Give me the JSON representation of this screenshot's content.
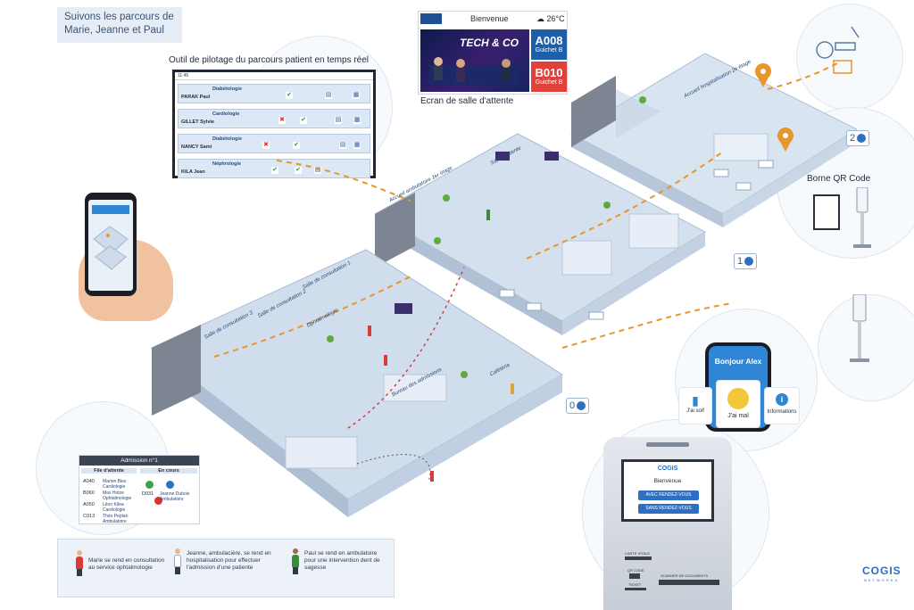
{
  "title": {
    "line1": "Suivons les parcours de",
    "line2": "Marie, Jeanne et Paul"
  },
  "pilotage": {
    "title": "Outil de pilotage du parcours patient en temps réel",
    "time": "11:45",
    "rows": [
      {
        "patient": "PARAK Paul",
        "service": "Diabétologie"
      },
      {
        "patient": "GILLET Sylvie",
        "service": "Cardiologie"
      },
      {
        "patient": "NANCY Sami",
        "service": "Diabétologie"
      },
      {
        "patient": "KILA Jean",
        "service": "Néphrologie"
      }
    ]
  },
  "waiting_screen": {
    "greeting": "Bienvenue",
    "temperature": "26°C",
    "tv_brand": "TECH & CO",
    "queue": [
      {
        "code": "A008",
        "desk": "Guichet B",
        "color": "#1e5ea8"
      },
      {
        "code": "B010",
        "desk": "Guichet B",
        "color": "#e2413b"
      }
    ],
    "caption": "Ecran de salle d'attente"
  },
  "floors": {
    "f0": "0",
    "f1": "1",
    "f2": "2"
  },
  "rooms": {
    "accueil_2": "Accueil hospitalisation 2e étage",
    "accueil_1": "Accueil ambulatoire 1er étage",
    "salle_attente": "Salle d'attente",
    "consult_1": "Salle de consultation 1",
    "consult_2": "Salle de consultation 2",
    "consult_3": "Salle de consultation 3",
    "ophtalmo": "Ophtalmologie",
    "admissions": "Bureau des admissions",
    "cafeteria": "Cafétéria"
  },
  "borne_qr": {
    "label": "Borne QR Code"
  },
  "mobile": {
    "greeting": "Bonjour Alex",
    "options": [
      {
        "label": "J'ai soif"
      },
      {
        "label": "J'ai mal"
      },
      {
        "label": "Informations"
      }
    ]
  },
  "admission": {
    "title": "Admission n°1",
    "col_queue": "File d'attente",
    "col_current": "En cours",
    "queue": [
      {
        "code": "A040",
        "name": "Marion Bies",
        "service": "Cardiologie"
      },
      {
        "code": "B060",
        "name": "Max Hotze",
        "service": "Ophtalmologie"
      },
      {
        "code": "A050",
        "name": "Léon Kilea",
        "service": "Cardiologie"
      },
      {
        "code": "C013",
        "name": "Théo Peplan",
        "service": "Ambulatoire"
      }
    ],
    "current": {
      "code": "D031",
      "name": "Jeanne Dubois",
      "service": "Ambulatoire"
    }
  },
  "kiosk": {
    "logo": "COGIS",
    "greeting": "Bienvenue",
    "btn_with": "AVEC RENDEZ-VOUS",
    "btn_without": "SANS RENDEZ-VOUS",
    "card_label": "CARTE VITALE",
    "qr_label": "QR CODE",
    "ticket_label": "TICKET",
    "scanner_label": "SCANNER DE DOCUMENTS"
  },
  "legend": [
    {
      "text": "Marie se rend en consultation au service ophtalmologie",
      "color": "#d93a3a"
    },
    {
      "text": "Jeanne, ambulacière, se rend en hospitalisation pour effectuer l'admission d'une patiente",
      "color": "#ffffff"
    },
    {
      "text": "Paul se rend en ambulatoire pour une intervention dent de sagesse",
      "color": "#3c8a3c"
    }
  ],
  "logo": {
    "name": "COGIS",
    "sub": "NETWORKS"
  },
  "colors": {
    "accent": "#2a6dc1",
    "path": "#e8952c",
    "floor": "#cfdbea"
  }
}
